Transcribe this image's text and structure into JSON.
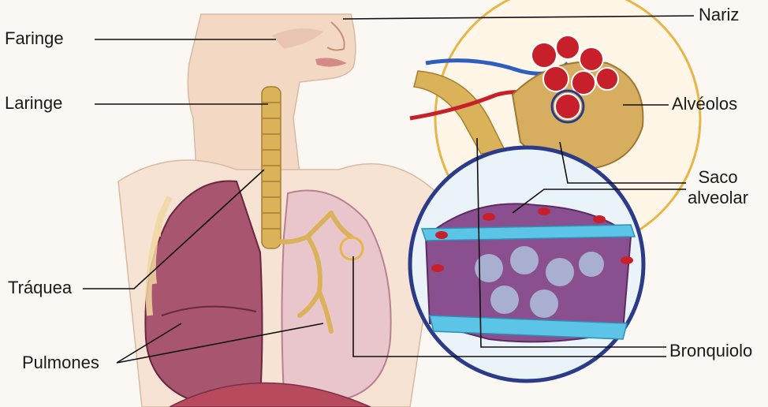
{
  "labels": {
    "faringe": "Faringe",
    "laringe": "Laringe",
    "traquea": "Tráquea",
    "pulmones": "Pulmones",
    "nariz": "Nariz",
    "alveolos": "Alvéolos",
    "saco_line1": "Saco",
    "saco_line2": "alveolar",
    "bronquiolo": "Bronquiolo"
  },
  "colors": {
    "skin": "#f3d9c4",
    "lung": "#a8566f",
    "lung_dark": "#7a2e49",
    "lung_light": "#e9c6cc",
    "trachea": "#d9b25a",
    "alveoli_circle_border": "#e8b547",
    "sac_circle_border": "#2c3a8a",
    "capillary_blue": "#5cc4e6",
    "alveoli_purple": "#8a4f8f",
    "vessel_red": "#c8202a",
    "vessel_blue": "#2e5fc0"
  }
}
